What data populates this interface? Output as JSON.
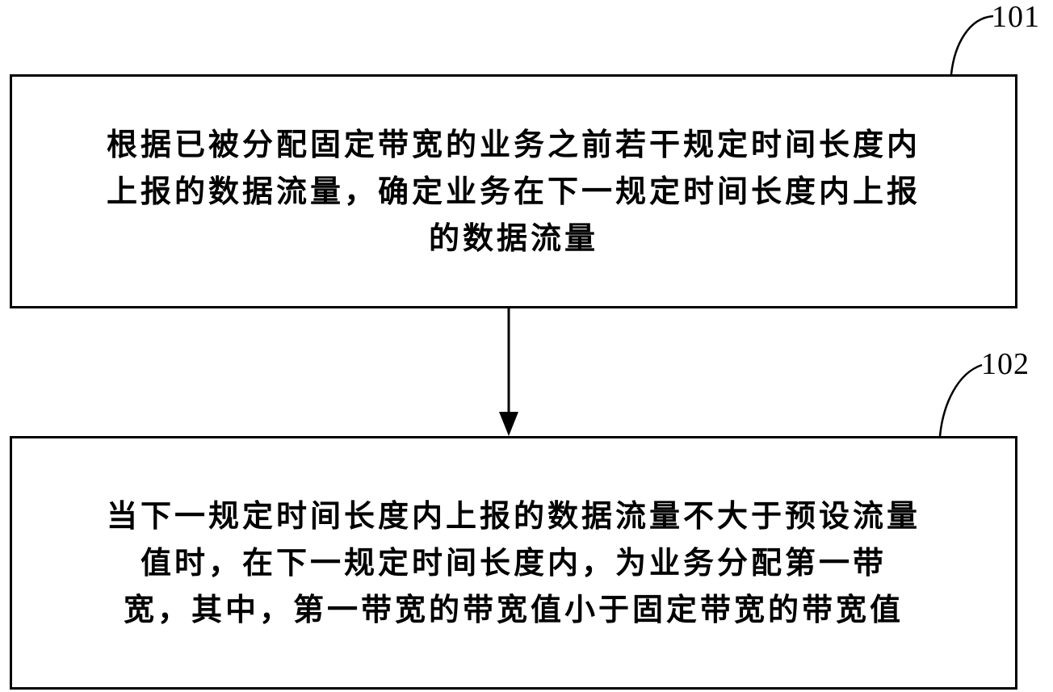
{
  "steps": [
    {
      "id": "101",
      "lines": [
        "根据已被分配固定带宽的业务之前若干规定时间长度内",
        "上报的数据流量，确定业务在下一规定时间长度内上报",
        "的数据流量"
      ]
    },
    {
      "id": "102",
      "lines": [
        "当下一规定时间长度内上报的数据流量不大于预设流量",
        "值时，在下一规定时间长度内，为业务分配第一带",
        "宽，其中，第一带宽的带宽值小于固定带宽的带宽值"
      ]
    }
  ]
}
